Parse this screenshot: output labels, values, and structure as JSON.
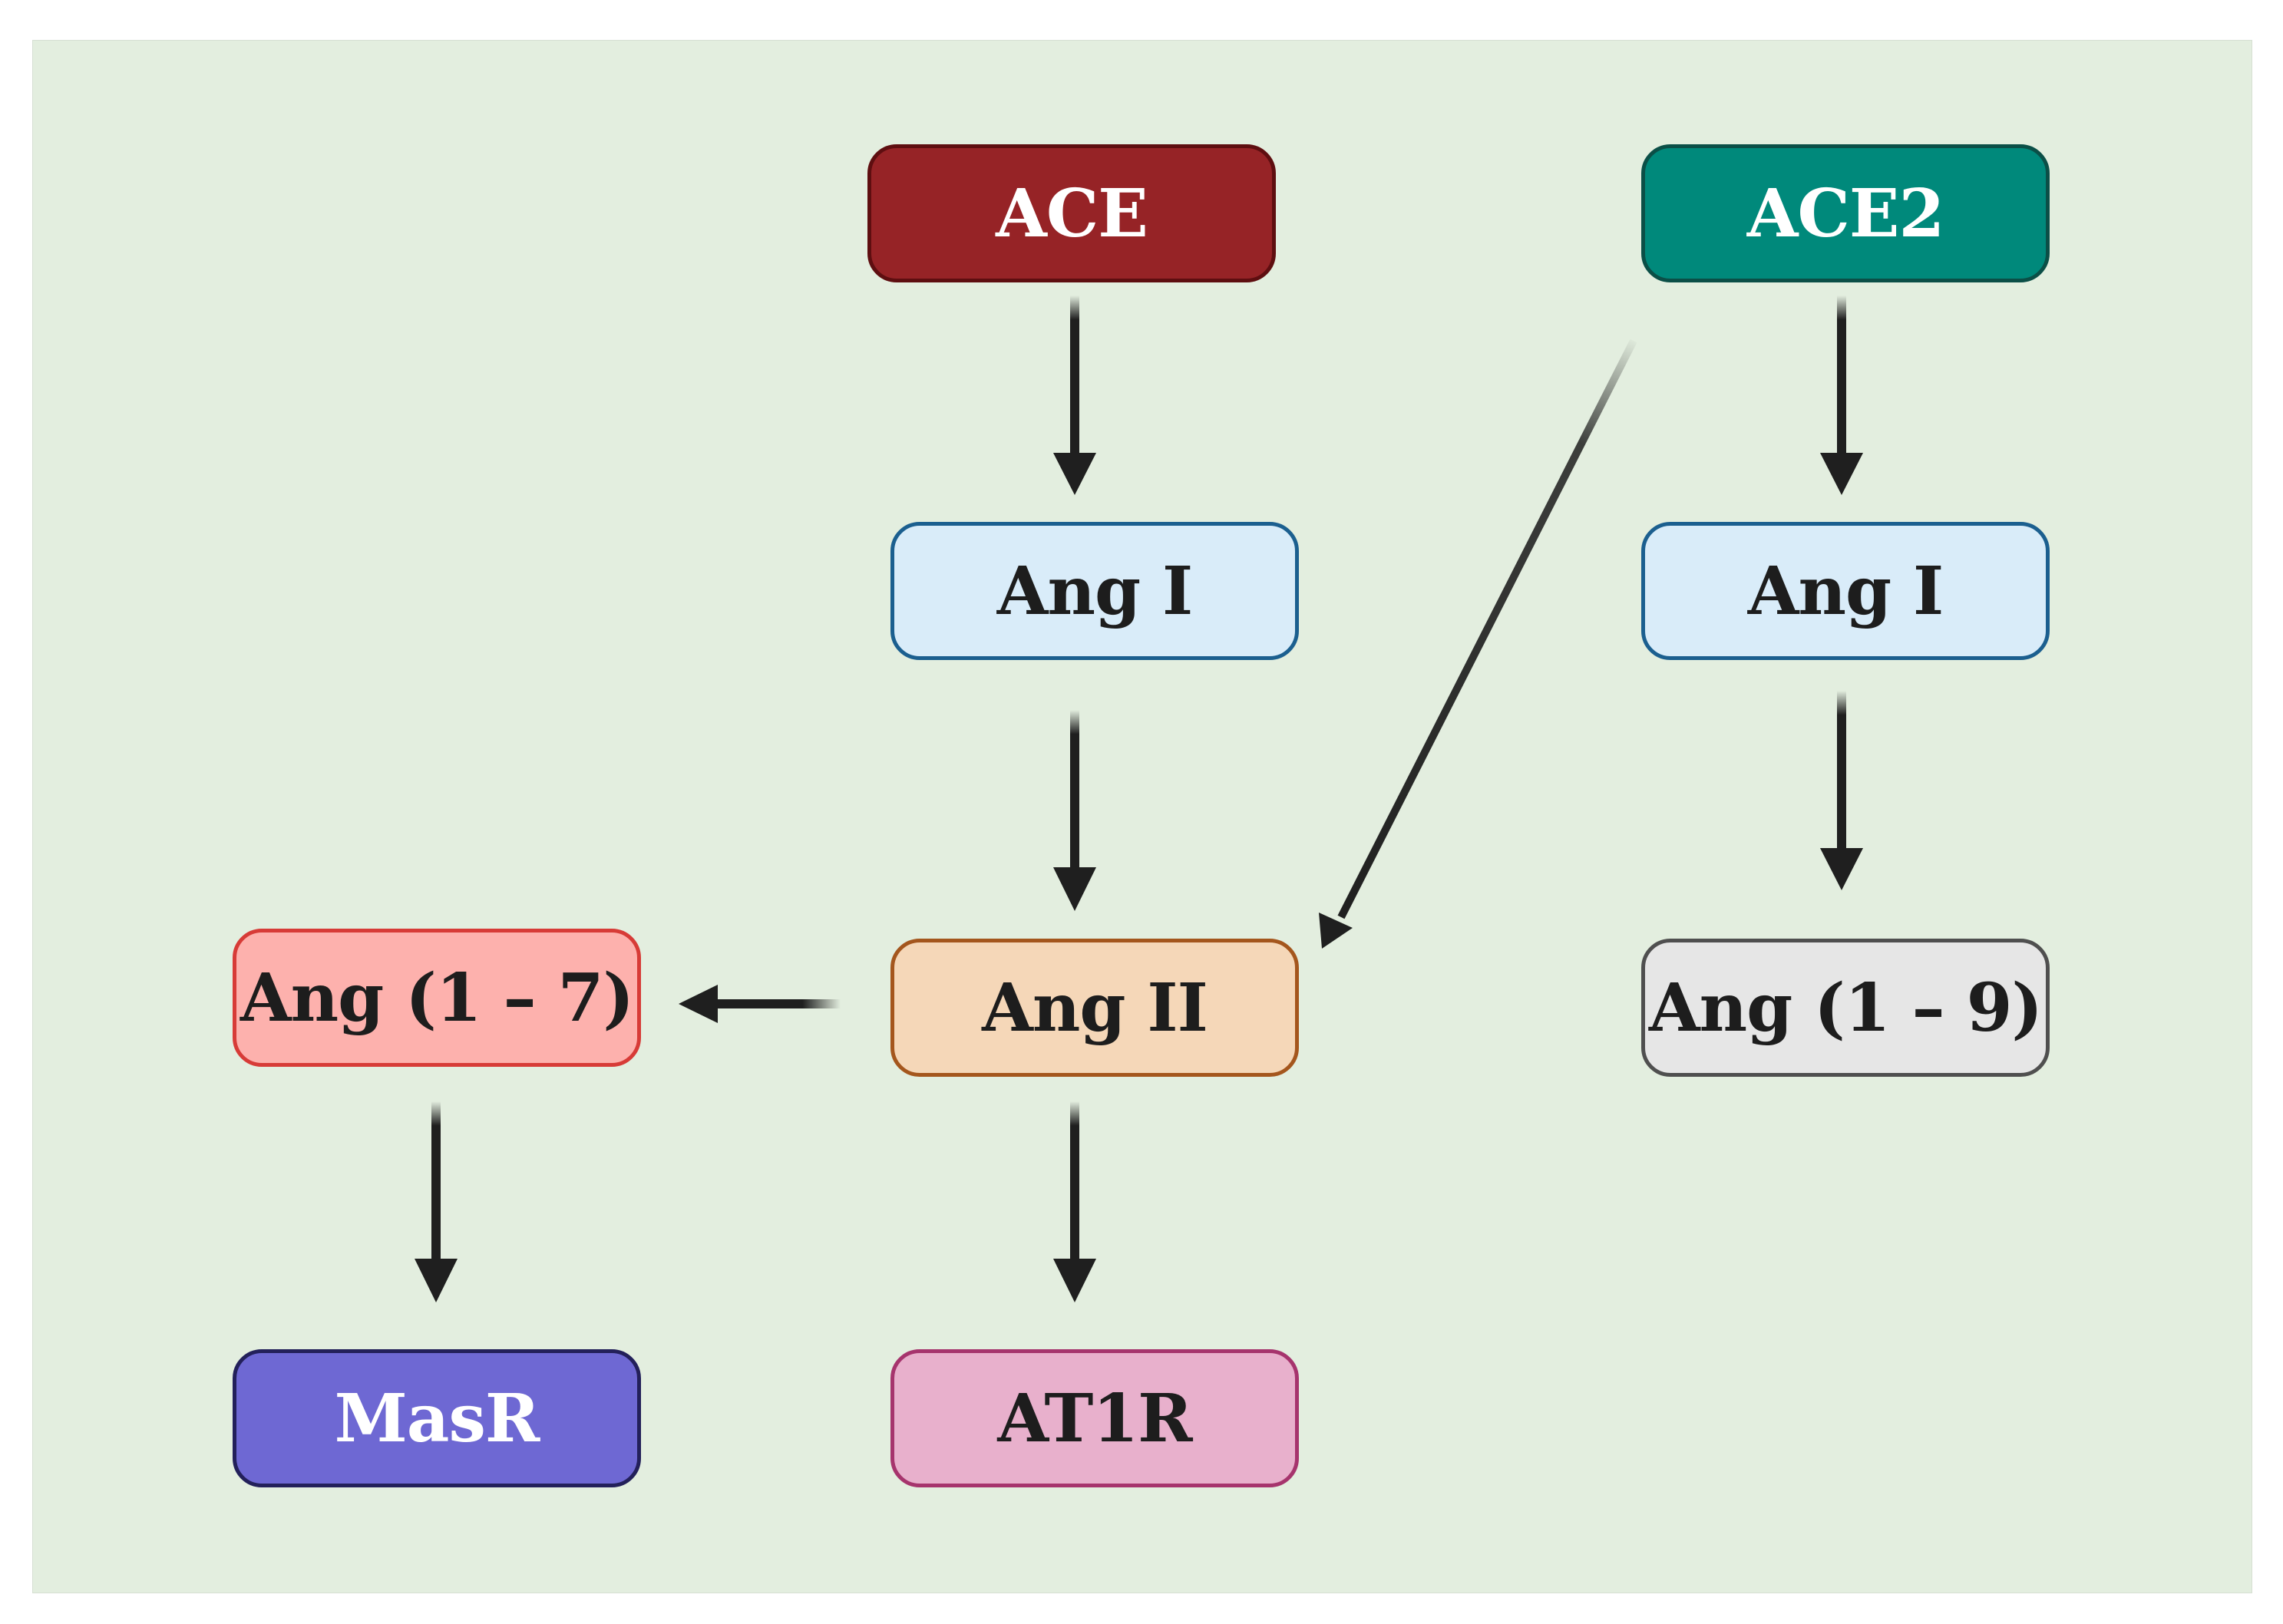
{
  "nodes": {
    "ace": {
      "label": "ACE",
      "fill": "#962326",
      "border": "#5e0e10"
    },
    "ace2": {
      "label": "ACE2",
      "fill": "#00897b",
      "border": "#0b4f47"
    },
    "ang1_ace": {
      "label": "Ang I",
      "fill": "#d9ecf9",
      "border": "#1b5f8f"
    },
    "ang1_ace2": {
      "label": "Ang I",
      "fill": "#d9ecf9",
      "border": "#1b5f8f"
    },
    "ang2": {
      "label": "Ang II",
      "fill": "#f5d7b8",
      "border": "#a4561d"
    },
    "ang17": {
      "label": "Ang (1 – 7)",
      "fill": "#fdb1ad",
      "border": "#d73b37"
    },
    "ang19": {
      "label": "Ang (1 – 9)",
      "fill": "#e6e6e6",
      "border": "#4f4f4f"
    },
    "masr": {
      "label": "MasR",
      "fill": "#6e68d3",
      "border": "#23205a"
    },
    "at1r": {
      "label": "AT1R",
      "fill": "#e8b0cc",
      "border": "#a6346d"
    }
  },
  "edges": [
    {
      "from": "ace",
      "to": "ang1_ace"
    },
    {
      "from": "ang1_ace",
      "to": "ang2"
    },
    {
      "from": "ace2",
      "to": "ang1_ace2"
    },
    {
      "from": "ang1_ace2",
      "to": "ang19"
    },
    {
      "from": "ace2",
      "to": "ang2"
    },
    {
      "from": "ang2",
      "to": "ang17"
    },
    {
      "from": "ang2",
      "to": "at1r"
    },
    {
      "from": "ang17",
      "to": "masr"
    }
  ],
  "colors": {
    "background": "#e3eedf",
    "arrow": "#1f1f1f"
  }
}
